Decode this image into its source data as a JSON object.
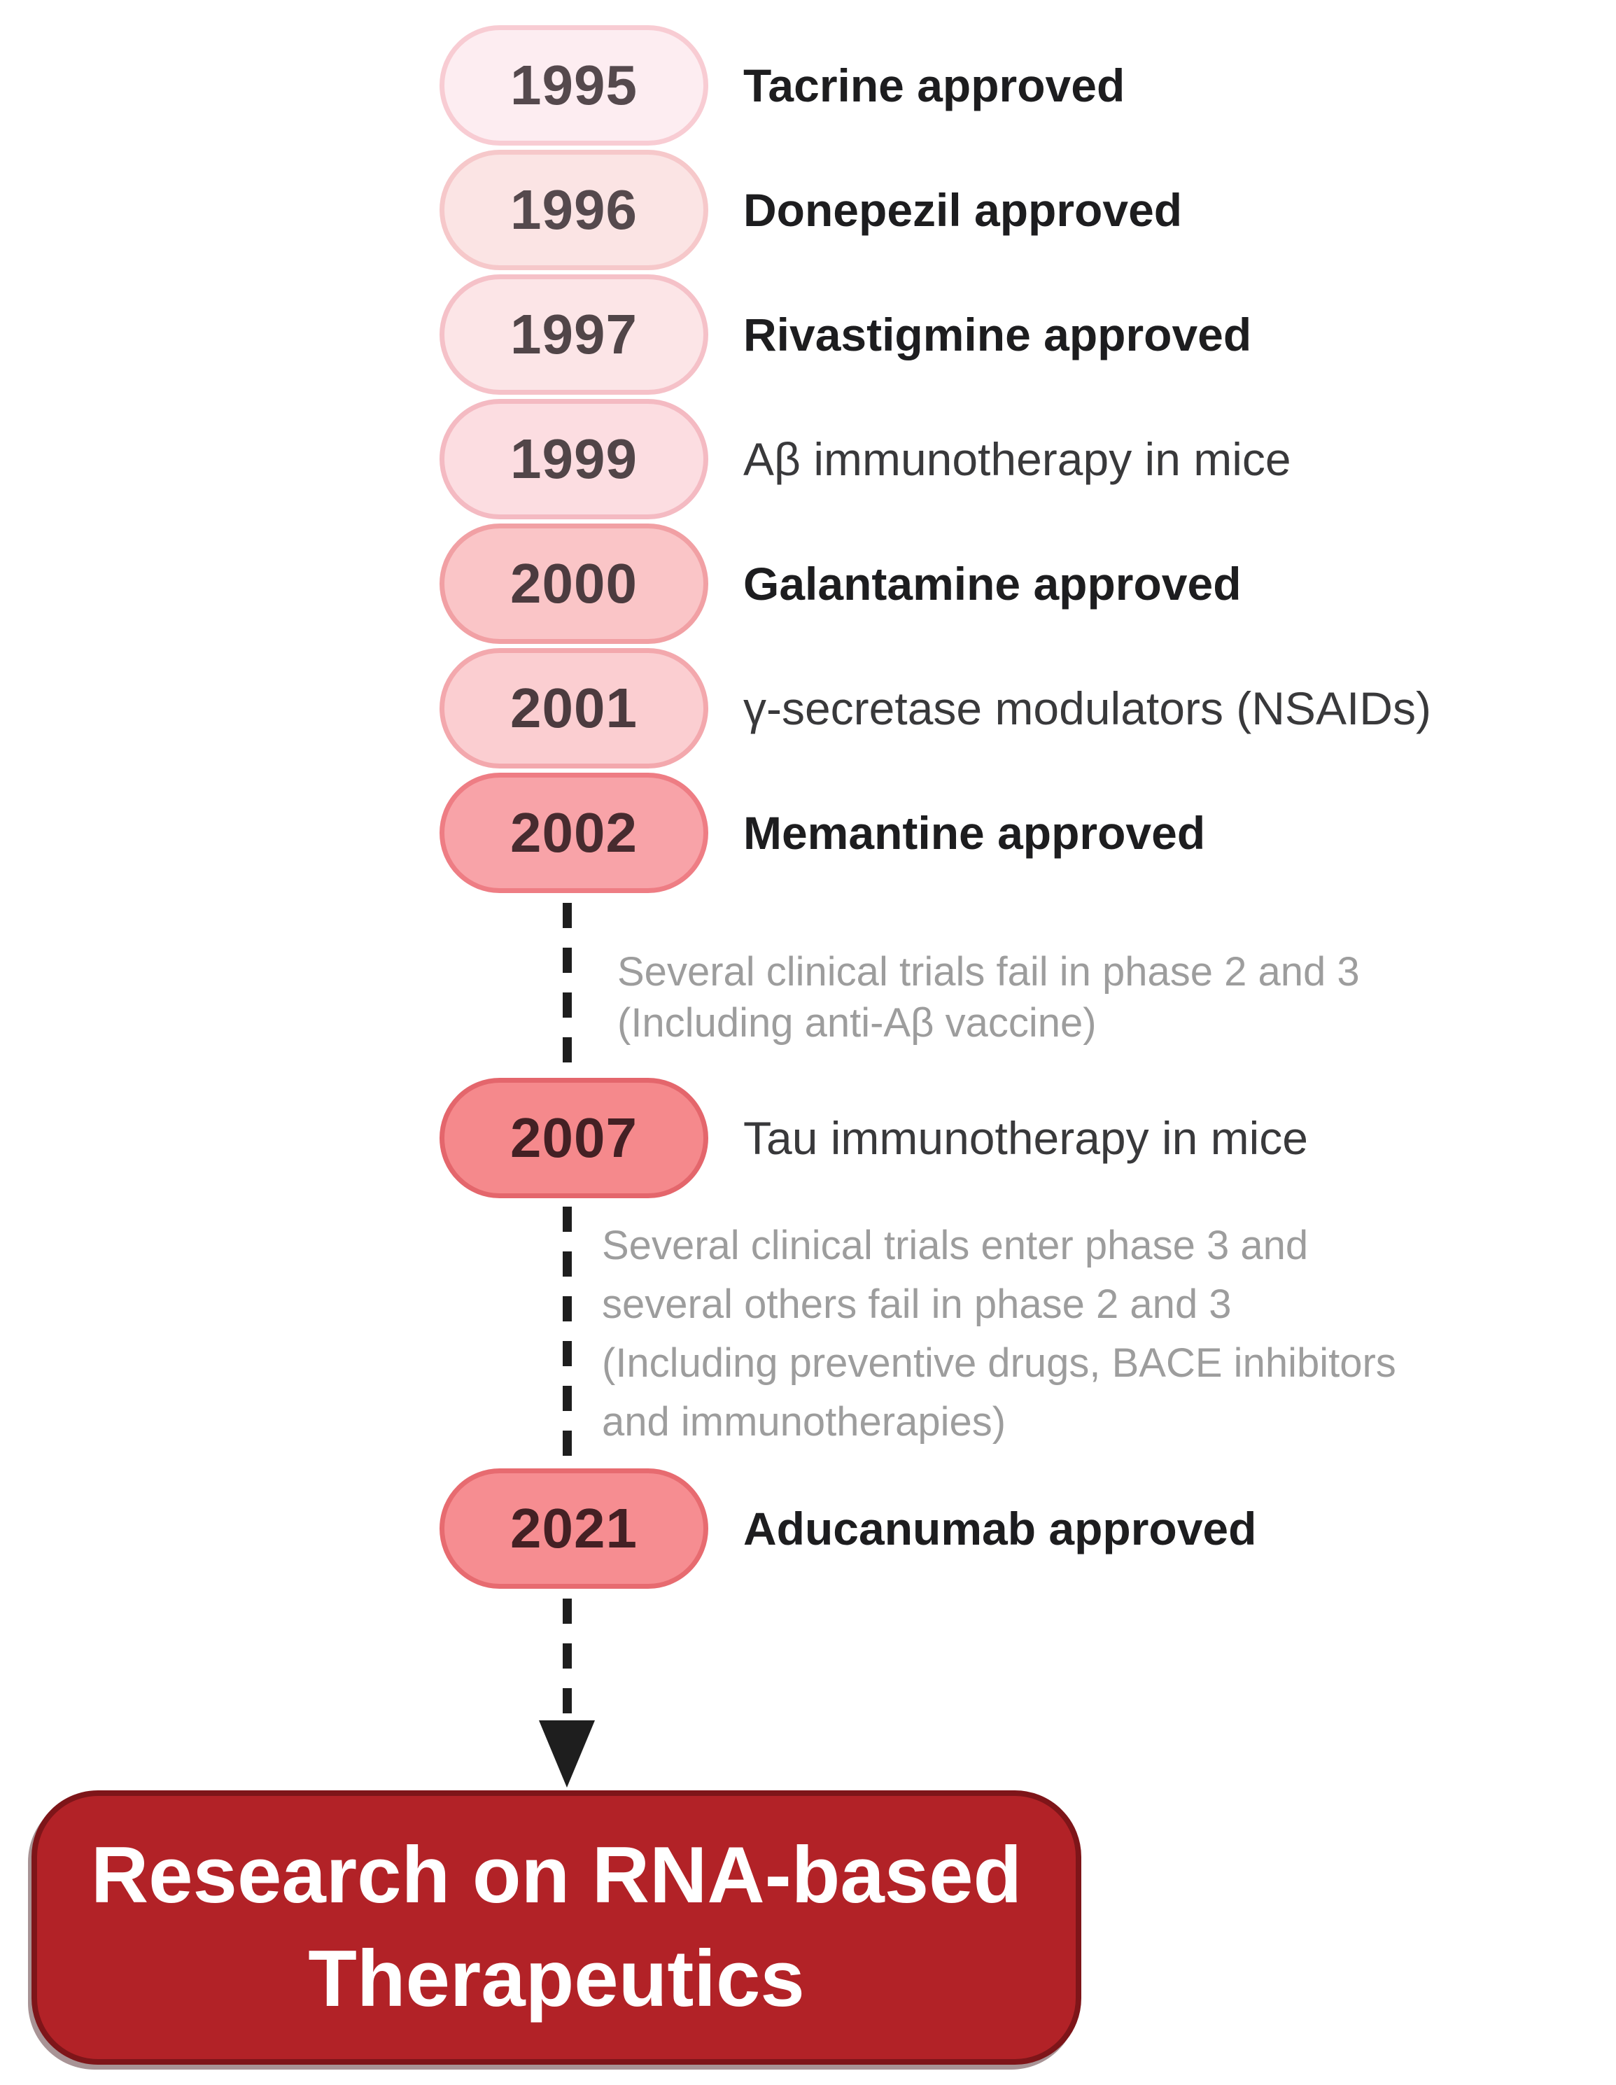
{
  "timeline": {
    "events": [
      {
        "year": "1995",
        "label": "Tacrine approved",
        "emphasis": "bold",
        "pill_fill": "#fdedf1",
        "pill_border": "#f8ccd3",
        "year_color": "#55494d"
      },
      {
        "year": "1996",
        "label": "Donepezil approved",
        "emphasis": "bold",
        "pill_fill": "#fbe4e4",
        "pill_border": "#f6c8ca",
        "year_color": "#55494d"
      },
      {
        "year": "1997",
        "label": "Rivastigmine approved",
        "emphasis": "bold",
        "pill_fill": "#fce5e7",
        "pill_border": "#f5c1c8",
        "year_color": "#514548"
      },
      {
        "year": "1999",
        "label": "Aβ immunotherapy in mice",
        "emphasis": "regular",
        "pill_fill": "#fcdde1",
        "pill_border": "#f4bac2",
        "year_color": "#514548"
      },
      {
        "year": "2000",
        "label": "Galantamine approved",
        "emphasis": "bold",
        "pill_fill": "#fac5c7",
        "pill_border": "#f1a0a4",
        "year_color": "#4c3b3f"
      },
      {
        "year": "2001",
        "label": "γ-secretase modulators (NSAIDs)",
        "emphasis": "regular",
        "pill_fill": "#fbced1",
        "pill_border": "#f3a8ad",
        "year_color": "#4c3b3f"
      },
      {
        "year": "2002",
        "label": "Memantine approved",
        "emphasis": "bold",
        "pill_fill": "#f8a3a8",
        "pill_border": "#ee7d84",
        "year_color": "#472b2f"
      },
      {
        "year": "2007",
        "label": "Tau immunotherapy in mice",
        "emphasis": "regular",
        "pill_fill": "#f5898c",
        "pill_border": "#e4666c",
        "year_color": "#442024"
      },
      {
        "year": "2021",
        "label": "Aducanumab approved",
        "emphasis": "bold",
        "pill_fill": "#f68d91",
        "pill_border": "#e76b70",
        "year_color": "#442024"
      }
    ],
    "gap_annotations": [
      {
        "after_year": "2002",
        "lines": [
          "Several clinical trials fail in phase 2 and 3",
          "(Including anti-Aβ vaccine)"
        ]
      },
      {
        "after_year": "2007",
        "lines": [
          "Several clinical trials enter phase 3 and",
          "several others fail in phase 2 and 3",
          "(Including preventive drugs, BACE inhibitors",
          "and immunotherapies)"
        ]
      }
    ],
    "terminal_box": {
      "line1": "Research on RNA-based",
      "line2": "Therapeutics",
      "fill": "#b22227",
      "text_color": "#ffffff"
    },
    "connector_color": "#1e1e1e",
    "annotation_color": "#9d9d9d"
  }
}
